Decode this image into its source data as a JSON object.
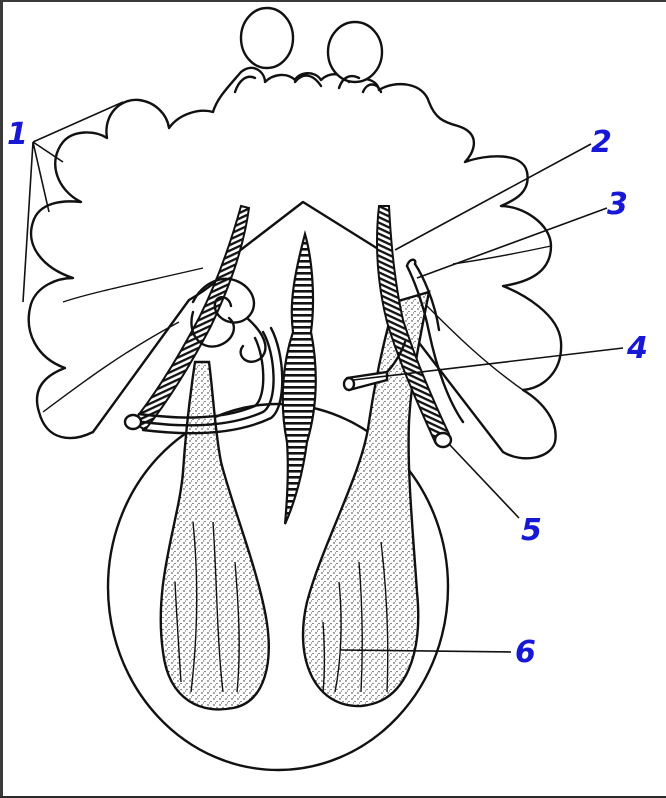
{
  "diagram": {
    "labels": [
      {
        "id": "1",
        "text": "1"
      },
      {
        "id": "2",
        "text": "2"
      },
      {
        "id": "3",
        "text": "3"
      },
      {
        "id": "4",
        "text": "4"
      },
      {
        "id": "5",
        "text": "5"
      },
      {
        "id": "6",
        "text": "6"
      }
    ],
    "colors": {
      "label": "#1717d6",
      "ink": "#111111",
      "background": "#ffffff",
      "frame": "#3a3a3a"
    }
  }
}
